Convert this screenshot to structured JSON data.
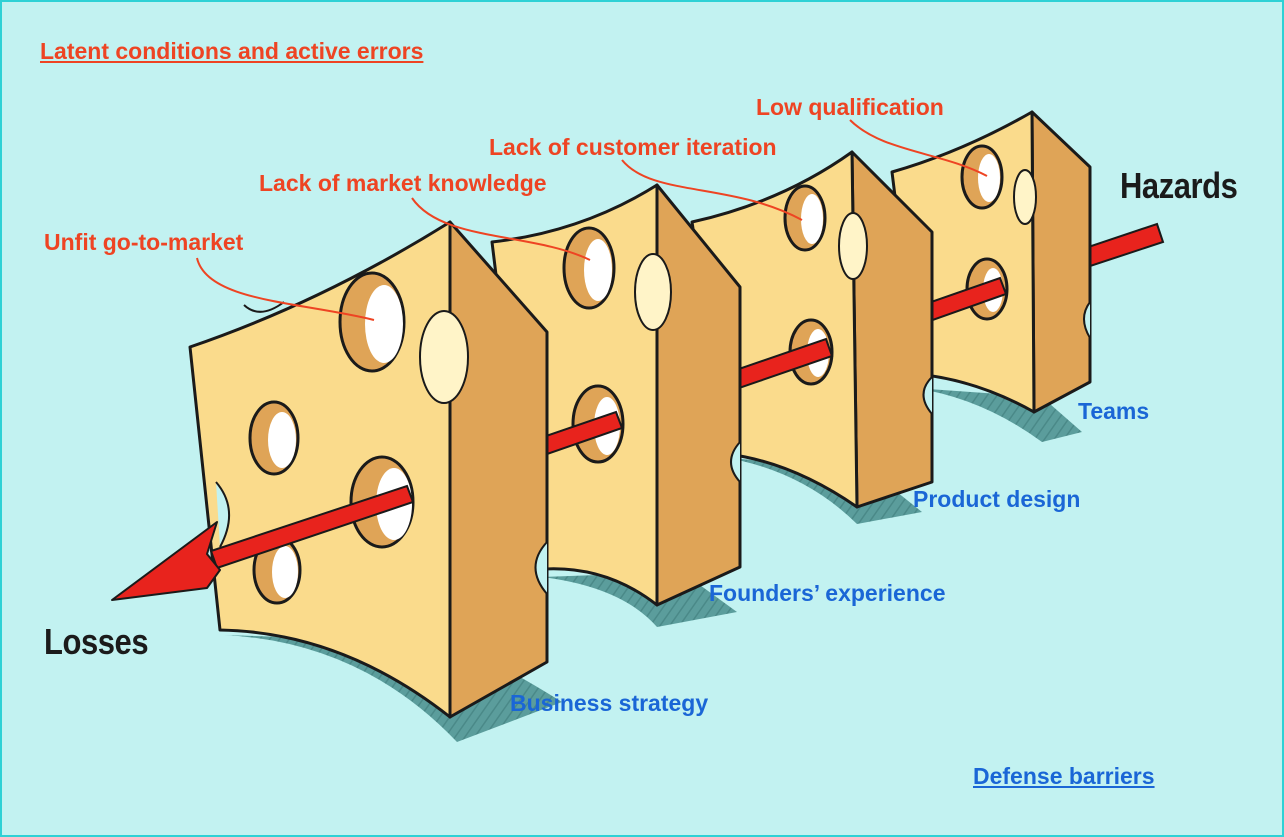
{
  "colors": {
    "background": "#c2f2f1",
    "border": "#2ed1d5",
    "cheese_face": "#fadb8c",
    "cheese_side": "#dfa457",
    "outline": "#1a1a1a",
    "shadow": "#5b9d9c",
    "arrow": "#e8231d",
    "latent_label": "#ee4423",
    "barrier_label": "#1a66d6"
  },
  "header": {
    "title": "Latent conditions and active errors"
  },
  "footer": {
    "barriers_title": "Defense barriers"
  },
  "ends": {
    "hazards": "Hazards",
    "losses": "Losses"
  },
  "latent_conditions": [
    {
      "text": "Unfit go-to-market",
      "slice": 1
    },
    {
      "text": "Lack of market knowledge",
      "slice": 2
    },
    {
      "text": "Lack of customer iteration",
      "slice": 3
    },
    {
      "text": "Low qualification",
      "slice": 4
    }
  ],
  "barriers": [
    {
      "text": "Business strategy",
      "slice": 1
    },
    {
      "text": "Founders’ experience",
      "slice": 2
    },
    {
      "text": "Product design",
      "slice": 3
    },
    {
      "text": "Teams",
      "slice": 4
    }
  ],
  "icons": {
    "cheese_slice": "cheese-slice-icon",
    "trajectory_arrow": "arrow-icon"
  }
}
